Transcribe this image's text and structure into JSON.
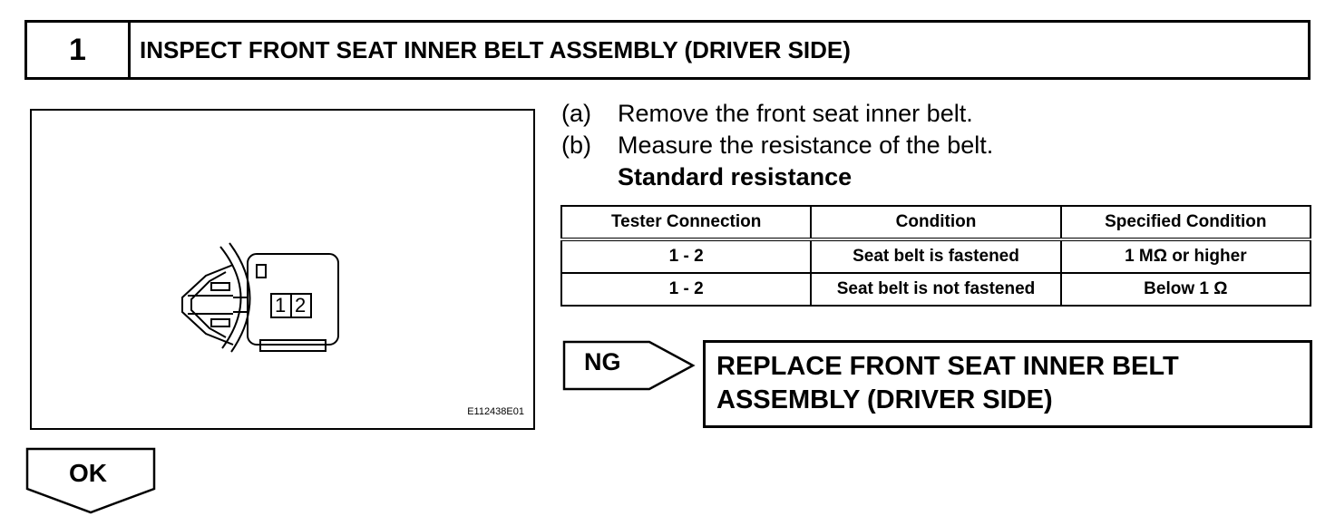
{
  "step": {
    "number": "1",
    "title": "INSPECT FRONT SEAT INNER BELT ASSEMBLY (DRIVER SIDE)"
  },
  "figure": {
    "code": "E112438E01",
    "terminal_1": "1",
    "terminal_2": "2"
  },
  "instructions": [
    {
      "letter": "(a)",
      "text": "Remove the front seat inner belt."
    },
    {
      "letter": "(b)",
      "text": "Measure the resistance of the belt."
    }
  ],
  "standard_label": "Standard resistance",
  "table": {
    "headers": [
      "Tester Connection",
      "Condition",
      "Specified Condition"
    ],
    "rows": [
      [
        "1 - 2",
        "Seat belt is fastened",
        "1 MΩ or higher"
      ],
      [
        "1 - 2",
        "Seat belt is not fastened",
        "Below 1 Ω"
      ]
    ]
  },
  "ng": {
    "label": "NG",
    "action_line1": "REPLACE FRONT SEAT INNER BELT",
    "action_line2": "ASSEMBLY (DRIVER SIDE)"
  },
  "ok": {
    "label": "OK"
  }
}
